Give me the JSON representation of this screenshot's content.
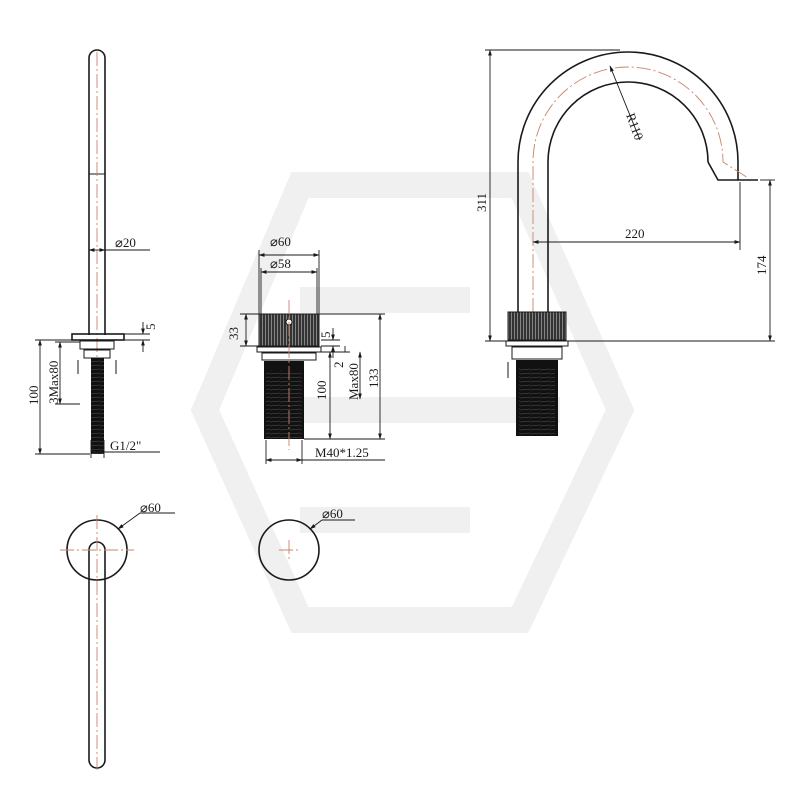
{
  "side_view": {
    "pipe_diameter": "20",
    "flange_thickness": "5",
    "tail_length": "100",
    "max_deck": "3Max80",
    "thread": "G1/2\""
  },
  "handle_view": {
    "outer_diameter": "60",
    "inner_diameter": "58",
    "cap_height": "33",
    "washer": "5",
    "gap": "2",
    "tail_length": "100",
    "max_deck": "Max80",
    "total_height": "133",
    "thread": "M40*1.25"
  },
  "spout_view": {
    "radius": "R110",
    "height": "311",
    "reach": "220",
    "outlet_height": "174"
  },
  "plan_spout": {
    "diameter": "60"
  },
  "plan_handle": {
    "diameter": "60"
  }
}
